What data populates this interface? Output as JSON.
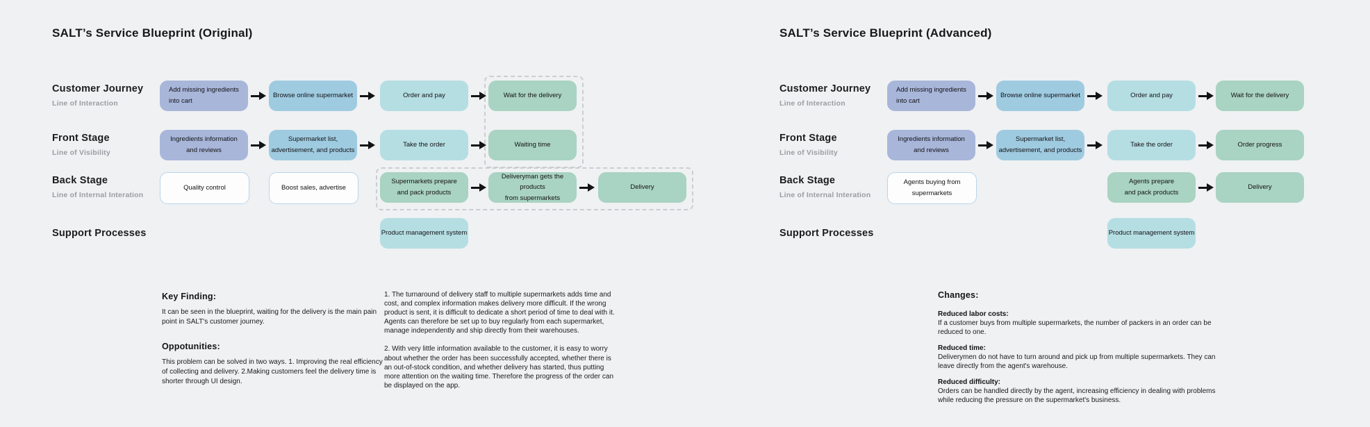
{
  "colors": {
    "background": "#eff1f3",
    "purple": "#a8b6da",
    "blue": "#9fcbe1",
    "cyan": "#b5dee3",
    "green": "#a9d3c2",
    "white_box": "#fdfdfe",
    "white_box_border": "#b9d5ea",
    "dash_gray": "#cbcdd0",
    "label_gray": "#9b9da2",
    "text_dark": "#131315"
  },
  "panels": [
    {
      "id": "original",
      "title": "SALT’s Service Blueprint (Original)",
      "rows": [
        {
          "label": "Customer Journey",
          "sub_label": "Line of Interaction",
          "boxes": [
            {
              "col": 0,
              "color": "purple",
              "align": "left",
              "text": "Add missing ingredients\ninto cart"
            },
            {
              "col": 1,
              "color": "blue",
              "text": "Browse online supermarket"
            },
            {
              "col": 2,
              "color": "cyan",
              "text": "Order and pay"
            },
            {
              "col": 3,
              "color": "green",
              "text": "Wait for the delivery"
            }
          ],
          "arrows_after": [
            0,
            1,
            2
          ]
        },
        {
          "label": "Front Stage",
          "sub_label": "Line of Visibility",
          "boxes": [
            {
              "col": 0,
              "color": "purple",
              "text": "Ingredients information\nand reviews"
            },
            {
              "col": 1,
              "color": "blue",
              "text": "Supermarket list,\nadvertisement, and products"
            },
            {
              "col": 2,
              "color": "cyan",
              "text": "Take the order"
            },
            {
              "col": 3,
              "color": "green",
              "text": "Waiting time"
            }
          ],
          "arrows_after": [
            0,
            1,
            2
          ]
        },
        {
          "label": "Back Stage",
          "sub_label": "Line of Internal Interation",
          "boxes": [
            {
              "col": 0,
              "color": "white",
              "text": "Quality control"
            },
            {
              "col": 1,
              "color": "white",
              "text": "Boost sales, advertise"
            },
            {
              "col": 2,
              "color": "green",
              "text": "Supermarkets prepare\nand pack products"
            },
            {
              "col": 3,
              "color": "green",
              "text": "Deliveryman gets the products\nfrom supermarkets"
            },
            {
              "col": 4,
              "color": "green",
              "text": "Delivery"
            }
          ],
          "arrows_after": [
            2,
            3
          ]
        },
        {
          "label": "Support Processes",
          "sub_label": "",
          "boxes": [
            {
              "col": 2,
              "color": "cyan",
              "text": "Product management system"
            }
          ],
          "arrows_after": []
        }
      ],
      "highlights": [
        {
          "name": "waiting-pain-point-highlight",
          "row_start": 0,
          "row_end": 1,
          "col_start": 3,
          "col_end": 3
        },
        {
          "name": "backstage-delivery-highlight",
          "row_start": 2,
          "row_end": 2,
          "col_start": 2,
          "col_end": 4
        }
      ]
    },
    {
      "id": "advanced",
      "title": "SALT’s Service Blueprint (Advanced)",
      "rows": [
        {
          "label": "Customer Journey",
          "sub_label": "Line of Interaction",
          "boxes": [
            {
              "col": 0,
              "color": "purple",
              "align": "left",
              "text": "Add missing ingredients\ninto cart"
            },
            {
              "col": 1,
              "color": "blue",
              "text": "Browse online supermarket"
            },
            {
              "col": 2,
              "color": "cyan",
              "text": "Order and pay"
            },
            {
              "col": 3,
              "color": "green",
              "text": "Wait for the delivery"
            }
          ],
          "arrows_after": [
            0,
            1,
            2
          ]
        },
        {
          "label": "Front Stage",
          "sub_label": "Line of Visibility",
          "boxes": [
            {
              "col": 0,
              "color": "purple",
              "text": "Ingredients information\nand reviews"
            },
            {
              "col": 1,
              "color": "blue",
              "text": "Supermarket list,\nadvertisement, and products"
            },
            {
              "col": 2,
              "color": "cyan",
              "text": "Take the order"
            },
            {
              "col": 3,
              "color": "green",
              "text": "Order progress"
            }
          ],
          "arrows_after": [
            0,
            1,
            2
          ]
        },
        {
          "label": "Back Stage",
          "sub_label": "Line of Internal Interation",
          "boxes": [
            {
              "col": 0,
              "color": "white",
              "text": "Agents buying from\nsupermarkets"
            },
            {
              "col": 2,
              "color": "green",
              "text": "Agents prepare\nand pack products"
            },
            {
              "col": 3,
              "color": "green",
              "text": "Delivery"
            }
          ],
          "arrows_after": [
            2
          ]
        },
        {
          "label": "Support Processes",
          "sub_label": "",
          "boxes": [
            {
              "col": 2,
              "color": "cyan",
              "text": "Product management system"
            }
          ],
          "arrows_after": []
        }
      ],
      "highlights": []
    }
  ],
  "notes_left": {
    "heading1": "Key Finding:",
    "body1": "It can be seen in the blueprint, waiting for the delivery is the main pain point in SALT's customer journey.",
    "heading2": "Oppotunities:",
    "body2": "This problem can be solved in two ways. 1. Improving the real efficiency of collecting and delivery. 2.Making customers feel the delivery time is shorter through UI design."
  },
  "notes_middle": {
    "para1": "1. The turnaround of delivery staff to multiple supermarkets adds time and cost, and complex information makes delivery more difficult. If the wrong product is sent, it is difficult to dedicate a short period of time to deal with it. Agents can therefore be set up to buy regularly from each supermarket, manage independently and ship directly from their warehouses.",
    "para2": "2. With very little information available to the customer, it is easy to worry about whether the order has been successfully accepted, whether there is an out-of-stock condition, and whether delivery has started, thus putting more attention on the waiting time. Therefore the progress of the order can be displayed on the app."
  },
  "notes_right": {
    "heading": "Changes:",
    "items": [
      {
        "heading": "Reduced labor costs:",
        "body": "If a customer buys from multiple supermarkets, the number of packers in an order can be reduced to one."
      },
      {
        "heading": "Reduced time:",
        "body": "Deliverymen do not have to turn around and pick up from multiple supermarkets. They can leave directly from the agent's warehouse."
      },
      {
        "heading": "Reduced difficulty:",
        "body": "Orders can be handled directly by the agent, increasing efficiency in dealing with problems while reducing the pressure on the supermarket's business."
      }
    ]
  }
}
